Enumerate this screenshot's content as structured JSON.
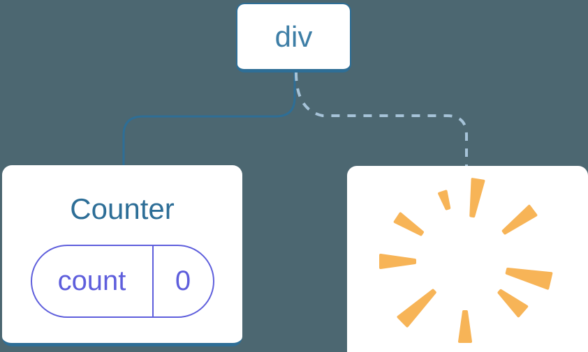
{
  "diagram": {
    "root": {
      "label": "div"
    },
    "children": [
      {
        "title": "Counter",
        "connection": "solid",
        "state": {
          "name": "count",
          "value": "0"
        }
      },
      {
        "title": "",
        "connection": "dashed",
        "icon": "poof"
      }
    ]
  },
  "colors": {
    "background": "#4C6771",
    "node_border": "#2E6E96",
    "root_label": "#3D7EA6",
    "component_title": "#2D6E97",
    "state_pill": "#5E5EDC",
    "dashed_line": "#A6C3D8",
    "poof": "#F7B457",
    "card_bg": "#FFFFFF"
  }
}
